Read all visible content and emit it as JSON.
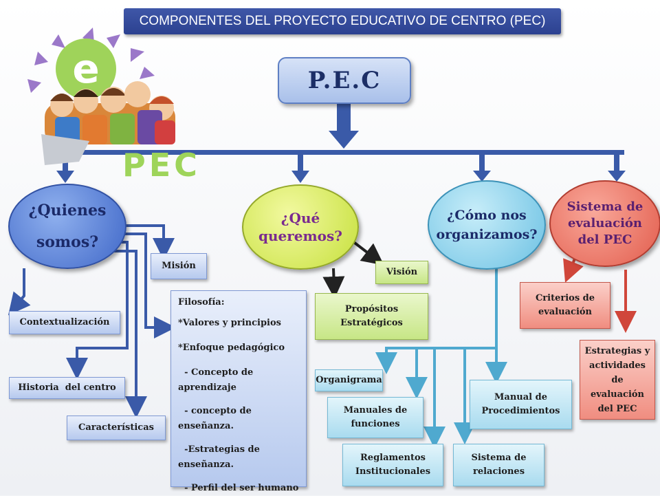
{
  "title": "COMPONENTES DEL PROYECTO EDUCATIVO DE CENTRO (PEC)",
  "root": "P.E.C",
  "logo": {
    "text": "PEC",
    "letter": "e"
  },
  "branches": {
    "quienes": {
      "label_line1": "¿Quienes",
      "label_line2": "somos?",
      "children": {
        "mision": "Misión",
        "contextualizacion": "Contextualización",
        "historia": "Historia  del centro",
        "caracteristicas": "Características",
        "filosofia": {
          "items": [
            "Filosofía:",
            "*Valores y principios",
            "*Enfoque pedagógico",
            "  - Concepto de aprendizaje",
            "  - concepto de enseñanza.",
            "  -Estrategias de enseñanza.",
            "  - Perfil del ser humano"
          ]
        }
      }
    },
    "que": {
      "label_line1": "¿Qué",
      "label_line2": "queremos?",
      "children": {
        "vision": "Visión",
        "propositos": "Propósitos Estratégicos"
      }
    },
    "como": {
      "label_line1": "¿Cómo nos",
      "label_line2": "organizamos?",
      "children": {
        "organigrama": "Organigrama",
        "manuales_funciones": "Manuales de funciones",
        "reglamentos": "Reglamentos Institucionales",
        "sistema_relaciones": "Sistema de relaciones",
        "manual_procedimientos": "Manual de Procedimientos"
      }
    },
    "sistema": {
      "label_line1": "Sistema de",
      "label_line2": "evaluación",
      "label_line3": "del PEC",
      "children": {
        "criterios": "Criterios de evaluación",
        "estrategias": "Estrategias y actividades de evaluación del PEC"
      }
    }
  },
  "colors": {
    "title_bar": "#2c4190",
    "connector": "#3a5aa8",
    "dark_arrow": "#222222",
    "red_arrow": "#d0463a",
    "cyan_line": "#4fa9cf"
  }
}
